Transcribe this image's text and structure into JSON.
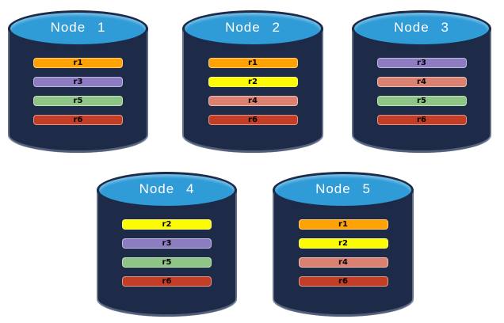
{
  "diagram": {
    "description": "Five database nodes with replica assignments",
    "colors": {
      "cylinder_body": "#1D2A48",
      "cylinder_top": "#2F9BD7",
      "title_text": "#FFFFFF",
      "bar_text": "#000000",
      "replicas": {
        "r1": "#FFA204",
        "r2": "#FBFB04",
        "r3": "#8C7DC3",
        "r4": "#DB8172",
        "r5": "#8FC487",
        "r6": "#C33E26"
      }
    },
    "nodes": [
      {
        "name": "Node 1",
        "replicas": [
          "r1",
          "r3",
          "r5",
          "r6"
        ]
      },
      {
        "name": "Node 2",
        "replicas": [
          "r1",
          "r2",
          "r4",
          "r6"
        ]
      },
      {
        "name": "Node 3",
        "replicas": [
          "r3",
          "r4",
          "r5",
          "r6"
        ]
      },
      {
        "name": "Node 4",
        "replicas": [
          "r2",
          "r3",
          "r5",
          "r6"
        ]
      },
      {
        "name": "Node 5",
        "replicas": [
          "r1",
          "r2",
          "r4",
          "r6"
        ]
      }
    ]
  }
}
